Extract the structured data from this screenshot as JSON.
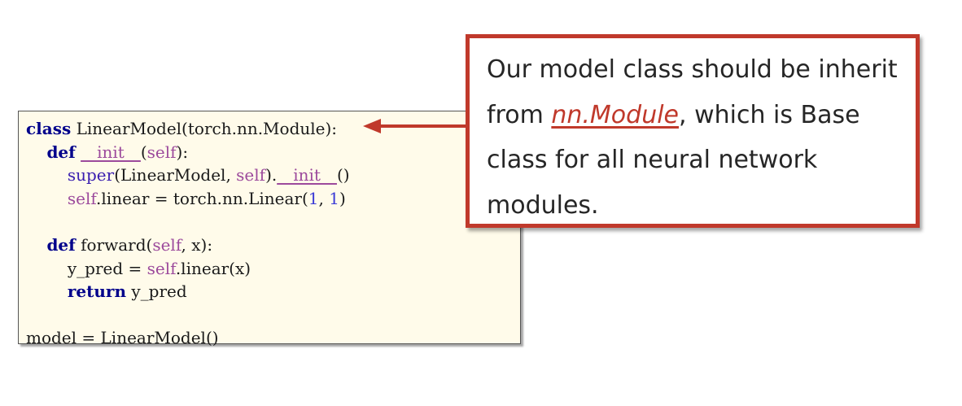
{
  "code": {
    "lines": [
      [
        "class",
        " LinearModel(torch.nn.Module):"
      ],
      [
        "def",
        " ",
        "__init__",
        "(",
        "self",
        "):"
      ],
      [
        "super",
        "(LinearModel, ",
        "self",
        ").",
        "__init__",
        "()"
      ],
      [
        "self",
        ".linear = torch.nn.Linear(",
        "1",
        ", ",
        "1",
        ")"
      ],
      [
        "def",
        " forward(",
        "self",
        ", x):"
      ],
      [
        "y_pred = ",
        "self",
        ".linear(x)"
      ],
      [
        "return",
        " y_pred"
      ],
      [
        "model = LinearModel()"
      ]
    ]
  },
  "callout": {
    "text_before": "Our model class should be inherit from ",
    "link": "nn.Module",
    "text_after": ", which is Base class for all neural network modules."
  },
  "colors": {
    "accent": "#c0392b",
    "code_background": "#fffbea",
    "keyword": "#00008b"
  }
}
